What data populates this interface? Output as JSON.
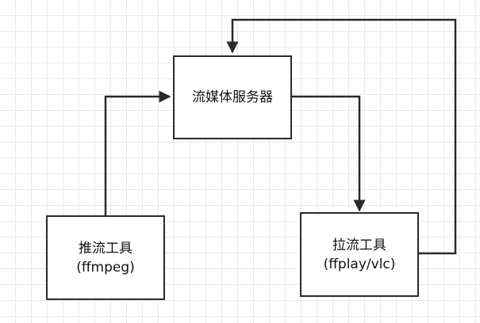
{
  "diagram": {
    "nodes": [
      {
        "id": "server",
        "lines": [
          "流媒体服务器"
        ]
      },
      {
        "id": "push",
        "lines": [
          "推流工具",
          "(ffmpeg)"
        ]
      },
      {
        "id": "pull",
        "lines": [
          "拉流工具",
          "(ffplay/vlc)"
        ]
      }
    ],
    "edges": [
      {
        "from": "push",
        "to": "server"
      },
      {
        "from": "server",
        "to": "pull"
      },
      {
        "from": "pull",
        "to": "server"
      }
    ],
    "colors": {
      "stroke": "#2a2a2a",
      "text": "#111111",
      "grid": "#e9e9e9",
      "background": "#ffffff"
    }
  }
}
